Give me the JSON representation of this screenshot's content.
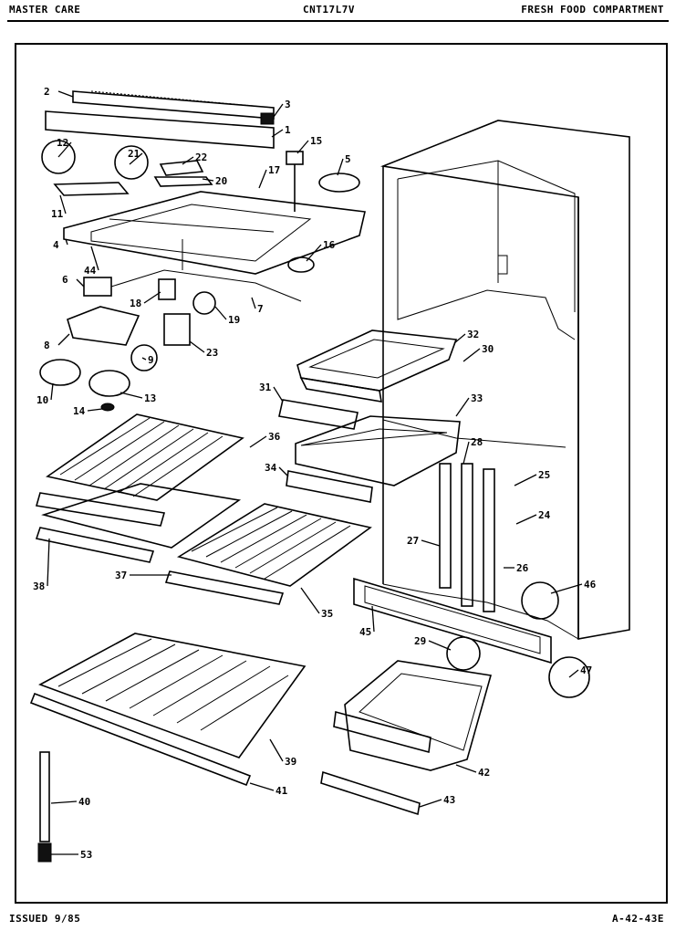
{
  "header": {
    "left": "MASTER CARE",
    "center": "CNT17L7V",
    "right": "FRESH FOOD COMPARTMENT"
  },
  "footer": {
    "issued": "ISSUED 9/85",
    "code": "A-42-43E"
  },
  "parts": [
    "1",
    "2",
    "3",
    "4",
    "5",
    "6",
    "7",
    "8",
    "9",
    "10",
    "11",
    "12",
    "13",
    "14",
    "15",
    "16",
    "17",
    "18",
    "19",
    "20",
    "21",
    "22",
    "23",
    "24",
    "25",
    "26",
    "27",
    "28",
    "29",
    "30",
    "31",
    "32",
    "33",
    "34",
    "35",
    "36",
    "37",
    "38",
    "39",
    "40",
    "41",
    "42",
    "43",
    "44",
    "45",
    "46",
    "47",
    "53"
  ]
}
